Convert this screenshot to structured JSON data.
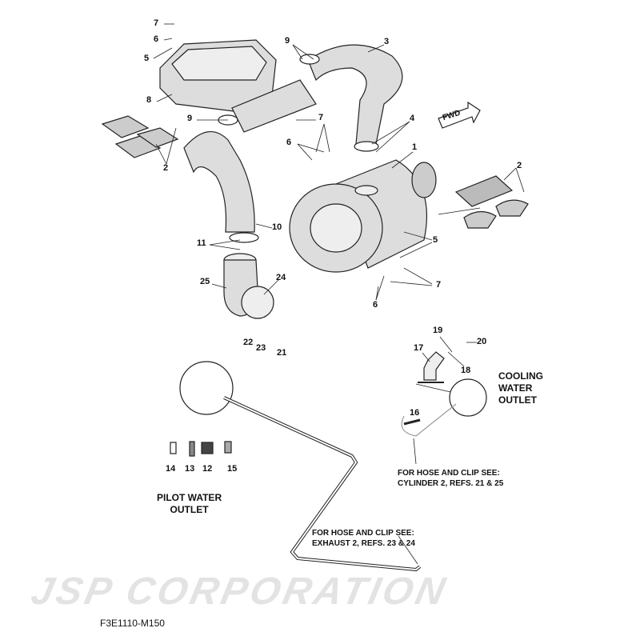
{
  "watermark": "JSP CORPORATION",
  "fwd_label": "FWD",
  "callouts": [
    "7",
    "6",
    "5",
    "9",
    "3",
    "8",
    "9",
    "7",
    "6",
    "4",
    "1",
    "2",
    "2",
    "10",
    "11",
    "5",
    "25",
    "24",
    "7",
    "6",
    "22",
    "23",
    "21",
    "19",
    "20",
    "17",
    "18",
    "16",
    "14",
    "13",
    "12",
    "15"
  ],
  "labels": {
    "cooling_water_outlet": [
      "COOLING",
      "WATER",
      "OUTLET"
    ],
    "pilot_water_outlet": [
      "PILOT WATER",
      "OUTLET"
    ],
    "note_cylinder": [
      "FOR HOSE AND CLIP SEE:",
      "CYLINDER 2, REFS. 21 & 25"
    ],
    "note_exhaust": [
      "FOR HOSE AND CLIP SEE:",
      "EXHAUST 2, REFS. 23 & 24"
    ]
  },
  "diagram_code": "F3E1110-M150"
}
